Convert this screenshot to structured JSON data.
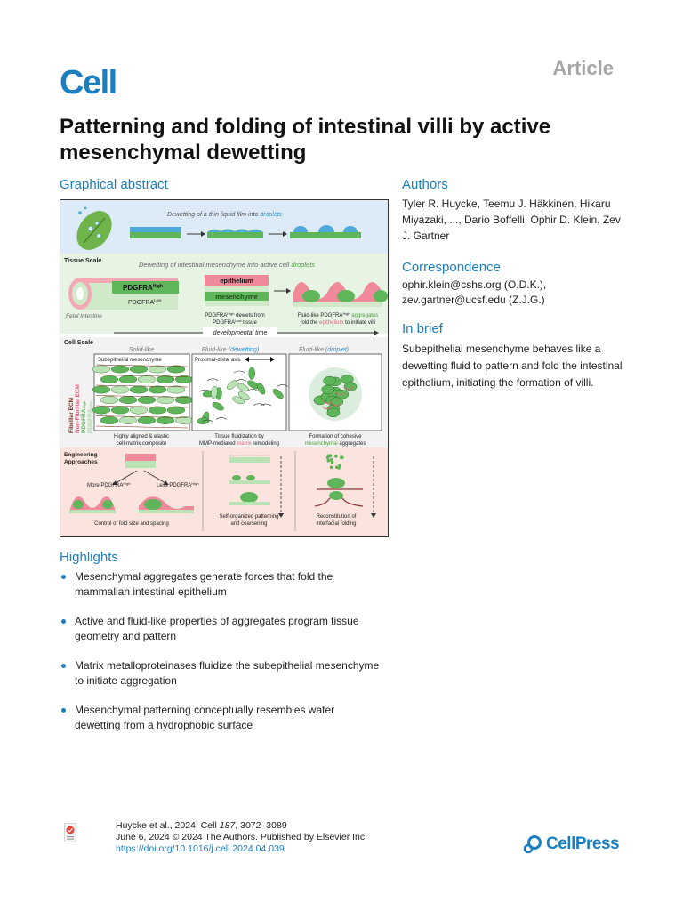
{
  "header": {
    "journal": "Cell",
    "article_type": "Article"
  },
  "title": "Patterning and folding of intestinal villi by active mesenchymal dewetting",
  "graphical_abstract": {
    "heading": "Graphical abstract",
    "top_caption_pre": "Dewetting of a thin liquid film into ",
    "top_caption_em": "droplets",
    "tissue_scale_label": "Tissue Scale",
    "tissue_caption_pre": "Dewetting of intestinal mesenchyme into active cell ",
    "tissue_caption_em": "droplets",
    "pdgfra_high": "PDGFRA",
    "pdgfra_high_sup": "High",
    "pdgfra_low": "PDGFRA",
    "pdgfra_low_sup": "Low",
    "fetal_intestine": "Fetal Intestine",
    "epithelium": "epithelium",
    "mesenchyme": "mesenchyme",
    "dewet_caption_1": "PDGFRA",
    "dewet_caption_1_sup": "High",
    "dewet_caption_1b": " dewets from",
    "dewet_caption_2": "PDGFRA",
    "dewet_caption_2_sup": "Low",
    "dewet_caption_2b": " tissue",
    "fluid_caption_1a": "Fluid-like PDGFRA",
    "fluid_caption_1_sup": "High",
    "fluid_caption_1b": " aggregates",
    "fluid_caption_2a": "fold the ",
    "fluid_caption_2_em": "epithelium",
    "fluid_caption_2b": " to initiate villi",
    "developmental_time": "developmental time",
    "cell_scale_label": "Cell Scale",
    "solid_like": "Solid-like",
    "fluid_like_a": "Fluid-like (",
    "fluid_like_dewetting": "dewetting",
    "fluid_like_close": ")",
    "fluid_like_droplet": "droplet",
    "subepithelial_mesenchyme": "Subepithelial mesenchyme",
    "proximal_distal": "Proximal-distal axis",
    "legend_fibrillar": "Fibrillar ECM",
    "legend_nonfibrillar": "Non-Fibrillar ECM",
    "legend_high": "PDGFRA",
    "legend_high_sup": "High",
    "legend_low": "PDGFRA",
    "legend_low_sup": "Low",
    "panel1_caption_1": "Highly aligned & elastic",
    "panel1_caption_2": "cell-matrix composite",
    "panel2_caption_1": "Tissue fluidization by",
    "panel2_caption_2a": "MMP-mediated ",
    "panel2_caption_2_em": "matrix",
    "panel2_caption_2b": " remodeling",
    "panel3_caption_1": "Formation of cohesive",
    "panel3_caption_2_em": "mesenchymal",
    "panel3_caption_2b": " aggregates",
    "engineering_label_1": "Engineering",
    "engineering_label_2": "Approaches",
    "more_pdgfra": "More PDGFRA",
    "more_pdgfra_sup": "High",
    "less_pdgfra": "Less PDGFRA",
    "less_pdgfra_sup": "High",
    "control_caption": "Control of fold size and spacing",
    "selforg_caption_1": "Self-organized patterning",
    "selforg_caption_2": "and coarsening",
    "reconstitution_caption_1": "Reconstitution of",
    "reconstitution_caption_2": "interfacial folding"
  },
  "authors": {
    "heading": "Authors",
    "names": "Tyler R. Huycke, Teemu J. Häkkinen, Hikaru Miyazaki, ..., Dario Boffelli, Ophir D. Klein, Zev J. Gartner"
  },
  "correspondence": {
    "heading": "Correspondence",
    "line1": "ophir.klein@cshs.org (O.D.K.),",
    "line2": "zev.gartner@ucsf.edu (Z.J.G.)"
  },
  "in_brief": {
    "heading": "In brief",
    "text": "Subepithelial mesenchyme behaves like a dewetting fluid to pattern and fold the intestinal epithelium, initiating the formation of villi."
  },
  "highlights": {
    "heading": "Highlights",
    "items": [
      "Mesenchymal aggregates generate forces that fold the mammalian intestinal epithelium",
      "Active and fluid-like properties of aggregates program tissue geometry and pattern",
      "Matrix metalloproteinases fluidize the subepithelial mesenchyme to initiate aggregation",
      "Mesenchymal patterning conceptually resembles water dewetting from a hydrophobic surface"
    ]
  },
  "footer": {
    "citation_pre": "Huycke et al., 2024, Cell ",
    "citation_volume": "187",
    "citation_post": ", 3072–3089",
    "date_line": "June 6, 2024 © 2024 The Authors. Published by Elsevier Inc.",
    "doi": "https://doi.org/10.1016/j.cell.2024.04.039",
    "publisher": "CellPress"
  },
  "colors": {
    "brand_blue": "#1a7fc1",
    "epithelium_pink": "#f08a9a",
    "mesenchyme_green": "#5fb65a",
    "light_green": "#b9e3b4",
    "water_blue": "#4fa9dc"
  }
}
